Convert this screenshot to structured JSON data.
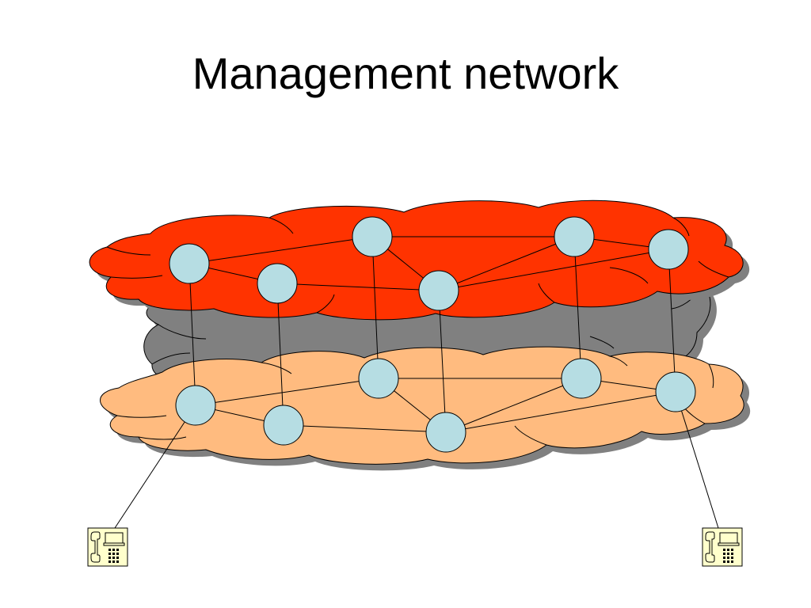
{
  "slide": {
    "title": "Management network"
  },
  "diagram": {
    "colors": {
      "top_cloud": "#FF3300",
      "middle_cloud": "#808080",
      "bottom_cloud": "#FFBB7F",
      "node_fill": "#B6DDE3",
      "cloud_shadow": "#808080",
      "phone_fill": "#FFFFCC"
    },
    "layers": [
      {
        "name": "top-layer",
        "color": "top_cloud"
      },
      {
        "name": "management-layer",
        "color": "middle_cloud"
      },
      {
        "name": "bottom-layer",
        "color": "bottom_cloud"
      }
    ],
    "terminals": [
      {
        "name": "left-phone-icon",
        "attached_to": "bottom-node-1"
      },
      {
        "name": "right-phone-icon",
        "attached_to": "bottom-node-6"
      }
    ]
  }
}
